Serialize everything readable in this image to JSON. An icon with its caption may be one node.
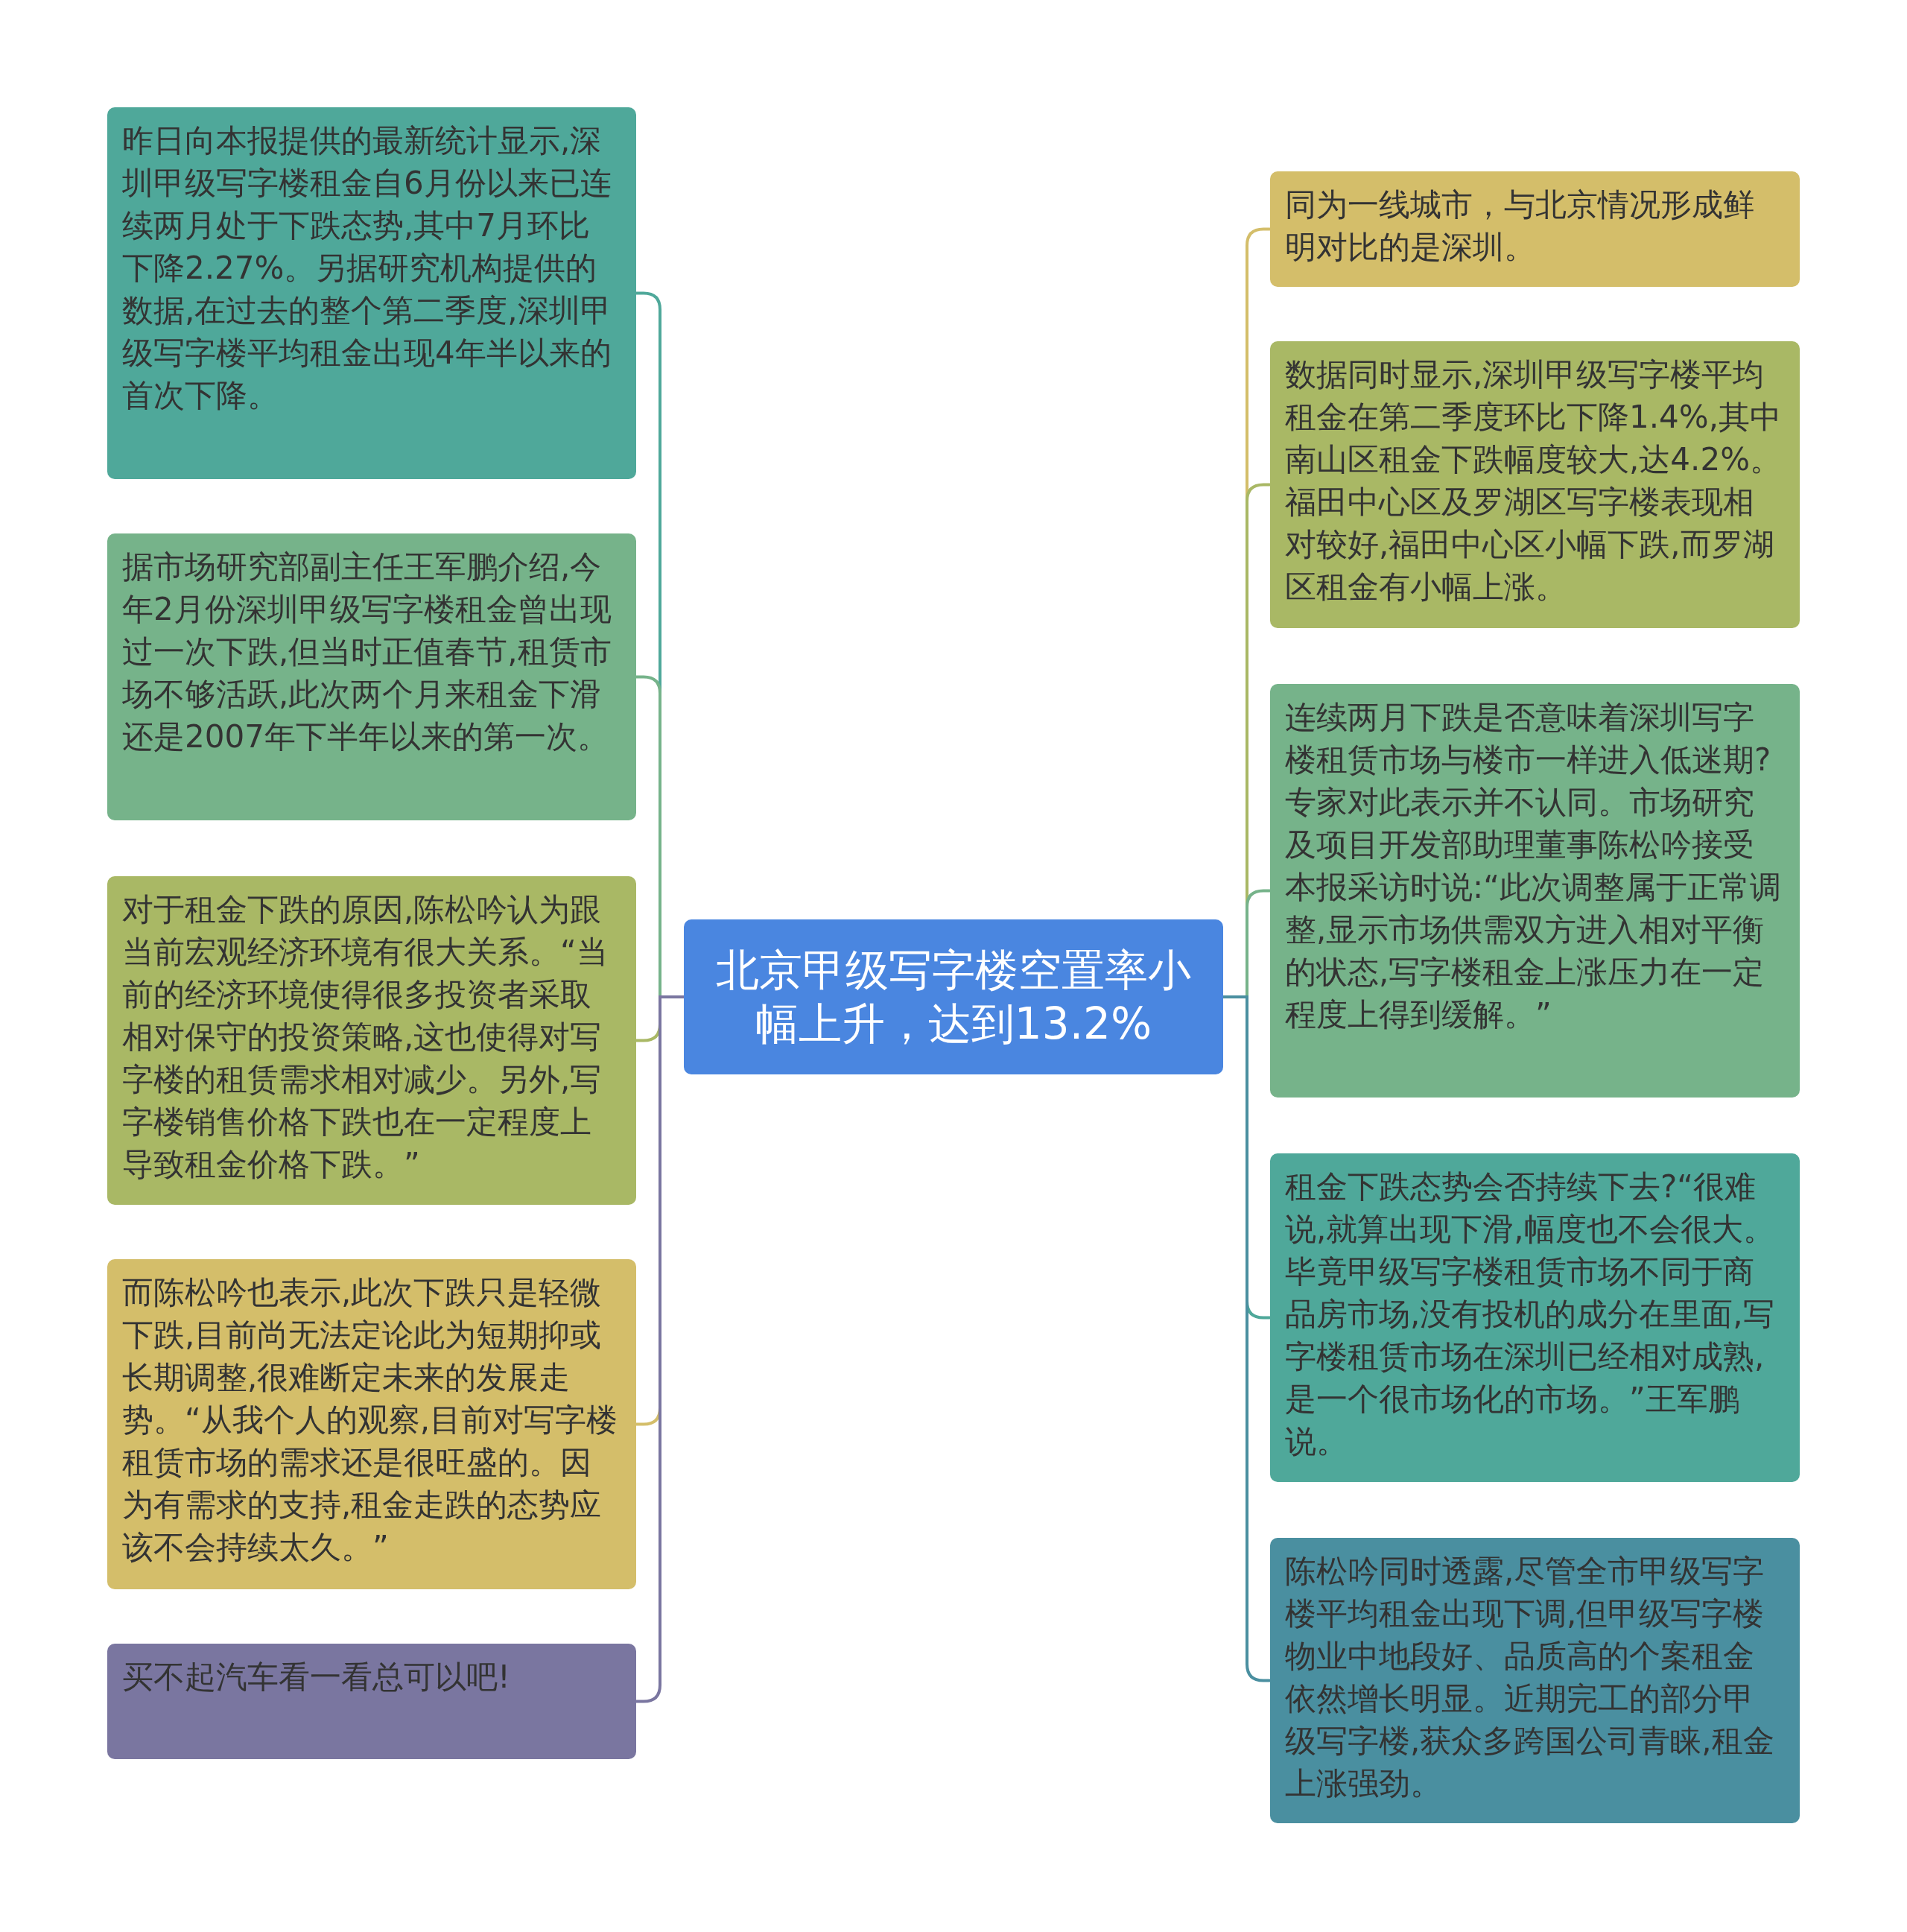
{
  "diagram": {
    "nodes": [
      {
        "text": [
          "北京甲级写字楼空置率小幅上升，达到13.2%"
        ]
      },
      {
        "text": [
          "昨日向本报提供的最新统计显示,深圳甲级写字楼租金自6月份以来已连续两月处于下跌态势,其中7月环比下降2.27%。另据研究机构提供的数据,在过去的整个第二季度,深圳甲级写字楼平均租金出现4年半以来的首次下降。"
        ]
      },
      {
        "text": [
          "据市场研究部副主任王军鹏介绍,今年2月份深圳甲级写字楼租金曾出现过一次下跌,但当时正值春节,租赁市场不够活跃,此次两个月来租金下滑还是2007年下半年以来的第一次。"
        ]
      },
      {
        "text": [
          "对于租金下跌的原因,陈松吟认为跟当前宏观经济环境有很大关系。“当前的经济环境使得很多投资者采取相对保守的投资策略,这也使得对写字楼的租赁需求相对减少。另外,写字楼销售价格下跌也在一定程度上导致租金价格下跌。”"
        ]
      },
      {
        "text": [
          "而陈松吟也表示,此次下跌只是轻微下跌,目前尚无法定论此为短期抑或长期调整,很难断定未来的发展走势。“从我个人的观察,目前对写字楼租赁市场的需求还是很旺盛的。因为有需求的支持,租金走跌的态势应该不会持续太久。”"
        ]
      },
      {
        "text": [
          "买不起汽车看一看总可以吧!"
        ]
      },
      {
        "text": [
          "同为一线城市，与北京情况形成鲜明对比的是深圳。"
        ]
      },
      {
        "text": [
          "数据同时显示,深圳甲级写字楼平均租金在第二季度环比下降1.4%,其中南山区租金下跌幅度较大,达4.2%。福田中心区及罗湖区写字楼表现相对较好,福田中心区小幅下跌,而罗湖区租金有小幅上涨。"
        ]
      },
      {
        "text": [
          "连续两月下跌是否意味着深圳写字楼租赁市场与楼市一样进入低迷期?专家对此表示并不认同。市场研究及项目开发部助理董事陈松吟接受本报采访时说:“此次调整属于正常调整,显示市场供需双方进入相对平衡的状态,写字楼租金上涨压力在一定程度上得到缓解。”"
        ]
      },
      {
        "text": [
          "租金下跌态势会否持续下去?“很难说,就算出现下滑,幅度也不会很大。毕竟甲级写字楼租赁市场不同于商品房市场,没有投机的成分在里面,写字楼租赁市场在深圳已经相对成熟,是一个很市场化的市场。”王军鹏说。"
        ]
      },
      {
        "text": [
          "陈松吟同时透露,尽管全市甲级写字楼平均租金出现下调,但甲级写字楼物业中地段好、品质高的个案租金依然增长明显。近期完工的部分甲级写字楼,获众多跨国公司青睐,租金上涨强劲。"
        ]
      }
    ],
    "edges": [
      {
        "from": 0,
        "to": 1,
        "arrow": "none",
        "color": "#4fa89a"
      },
      {
        "from": 0,
        "to": 2,
        "arrow": "none",
        "color": "#76b38a"
      },
      {
        "from": 0,
        "to": 3,
        "arrow": "none",
        "color": "#a9b865"
      },
      {
        "from": 0,
        "to": 4,
        "arrow": "none",
        "color": "#d4be6a"
      },
      {
        "from": 0,
        "to": 5,
        "arrow": "none",
        "color": "#7a76a0"
      },
      {
        "from": 0,
        "to": 6,
        "arrow": "none",
        "color": "#d4be6a"
      },
      {
        "from": 0,
        "to": 7,
        "arrow": "none",
        "color": "#a9b865"
      },
      {
        "from": 0,
        "to": 8,
        "arrow": "none",
        "color": "#76b38a"
      },
      {
        "from": 0,
        "to": 9,
        "arrow": "none",
        "color": "#4fa89a"
      },
      {
        "from": 0,
        "to": 10,
        "arrow": "none",
        "color": "#4a8fa0"
      }
    ]
  }
}
